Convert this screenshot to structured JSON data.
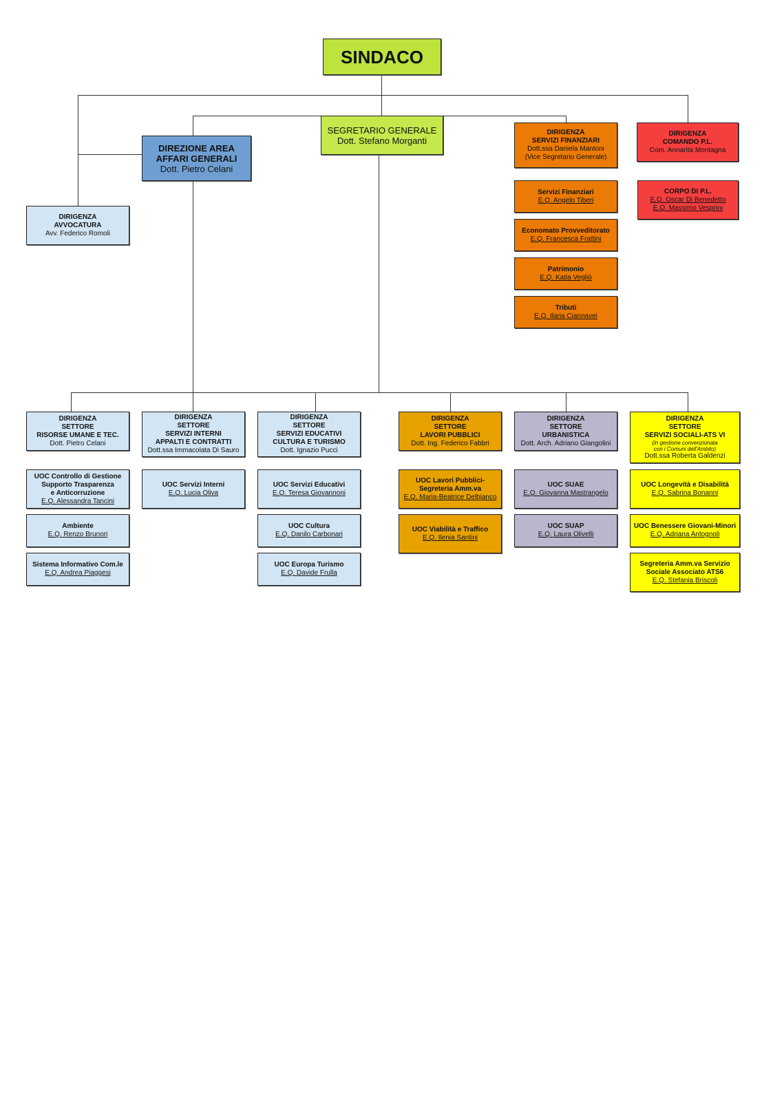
{
  "boxes": {
    "sindaco": [
      {
        "t": "SINDACO",
        "s": "b"
      }
    ],
    "segretario": [
      {
        "t": "SEGRETARIO GENERALE",
        "s": "n"
      },
      {
        "t": "Dott. Stefano Morganti",
        "s": "n"
      }
    ],
    "direzione": [
      {
        "t": "DIREZIONE AREA",
        "s": "b"
      },
      {
        "t": "AFFARI GENERALI",
        "s": "b"
      },
      {
        "t": "Dott. Pietro Celani",
        "s": "n"
      }
    ],
    "avvocatura": [
      {
        "t": "DIRIGENZA",
        "s": "b"
      },
      {
        "t": "AVVOCATURA",
        "s": "b"
      },
      {
        "t": "Avv. Federico Romoli",
        "s": "n"
      }
    ],
    "finanziari": [
      {
        "t": "DIRIGENZA",
        "s": "b"
      },
      {
        "t": "SERVIZI FINANZIARI",
        "s": "b"
      },
      {
        "t": "Dott.ssa Daniela Mantoni",
        "s": "n"
      },
      {
        "t": "(Vice Segretario Generale)",
        "s": "n"
      }
    ],
    "fin1": [
      {
        "t": "Servizi Finanziari",
        "s": "b"
      },
      {
        "t": "E.Q. Angelo Tiberi",
        "s": "u"
      }
    ],
    "fin2": [
      {
        "t": "Economato Provveditorato",
        "s": "b"
      },
      {
        "t": "E.Q. Francesca Frattini",
        "s": "u"
      }
    ],
    "fin3": [
      {
        "t": "Patrimonio",
        "s": "b"
      },
      {
        "t": "E.Q. Katia Vegliò",
        "s": "u"
      }
    ],
    "fin4": [
      {
        "t": "Tributi",
        "s": "b"
      },
      {
        "t": "E.Q. Ilaria Ciannavei",
        "s": "u"
      }
    ],
    "comando": [
      {
        "t": "DIRIGENZA",
        "s": "b"
      },
      {
        "t": "COMANDO P.L.",
        "s": "b"
      },
      {
        "t": "Com. Annarita Montagna",
        "s": "n"
      }
    ],
    "corpo": [
      {
        "t": "CORPO DI P.L.",
        "s": "b"
      },
      {
        "t": "E.Q. Oscar Di Benedetto",
        "s": "u"
      },
      {
        "t": "E.Q. Massimo Vesprini",
        "s": "u"
      }
    ],
    "risorse": [
      {
        "t": "DIRIGENZA",
        "s": "b"
      },
      {
        "t": "SETTORE",
        "s": "b"
      },
      {
        "t": "RISORSE UMANE E TEC.",
        "s": "b"
      },
      {
        "t": "Dott. Pietro Celani",
        "s": "n"
      }
    ],
    "ris1": [
      {
        "t": "UOC Controllo di Gestione",
        "s": "b"
      },
      {
        "t": "Supporto Trasparenza",
        "s": "b"
      },
      {
        "t": "e Anticorruzione",
        "s": "b"
      },
      {
        "t": "E.Q. Alessandra Tancini",
        "s": "u"
      }
    ],
    "ris2": [
      {
        "t": "Ambiente",
        "s": "b"
      },
      {
        "t": "E.Q. Renzo Brunori",
        "s": "u"
      }
    ],
    "ris3": [
      {
        "t": "Sistema Informativo Com.le",
        "s": "b"
      },
      {
        "t": "E.Q. Andrea Piaggesi",
        "s": "u"
      }
    ],
    "interni": [
      {
        "t": "DIRIGENZA",
        "s": "b"
      },
      {
        "t": "SETTORE",
        "s": "b"
      },
      {
        "t": "SERVIZI INTERNI",
        "s": "b"
      },
      {
        "t": "APPALTI E CONTRATTI",
        "s": "b"
      },
      {
        "t": "Dott.ssa Immacolata Di Sauro",
        "s": "n"
      }
    ],
    "int1": [
      {
        "t": "UOC Servizi Interni",
        "s": "b"
      },
      {
        "t": "E.Q. Lucia Oliva",
        "s": "u"
      }
    ],
    "educativi": [
      {
        "t": "DIRIGENZA",
        "s": "b"
      },
      {
        "t": "SETTORE",
        "s": "b"
      },
      {
        "t": "SERVIZI EDUCATIVI",
        "s": "b"
      },
      {
        "t": "CULTURA E TURISMO",
        "s": "b"
      },
      {
        "t": "Dott. Ignazio Pucci",
        "s": "n"
      }
    ],
    "edu1": [
      {
        "t": "UOC Servizi Educativi",
        "s": "b"
      },
      {
        "t": "E.Q. Teresa Giovannoni",
        "s": "u"
      }
    ],
    "edu2": [
      {
        "t": "UOC Cultura",
        "s": "b"
      },
      {
        "t": "E.Q. Danilo Carbonari",
        "s": "u"
      }
    ],
    "edu3": [
      {
        "t": "UOC Europa Turismo",
        "s": "b"
      },
      {
        "t": "E.Q. Davide Frulla",
        "s": "u"
      }
    ],
    "lavori": [
      {
        "t": "DIRIGENZA",
        "s": "b"
      },
      {
        "t": "SETTORE",
        "s": "b"
      },
      {
        "t": "LAVORI PUBBLICI",
        "s": "b"
      },
      {
        "t": "Dott. Ing. Federico Fabbri",
        "s": "n"
      }
    ],
    "lav1": [
      {
        "t": "UOC Lavori Pubblici-",
        "s": "b"
      },
      {
        "t": "Segreteria Amm.va",
        "s": "b"
      },
      {
        "t": "E.Q. Maria-Beatrice Delbianco",
        "s": "u"
      }
    ],
    "lav2": [
      {
        "t": "UOC Viabilità e Traffico",
        "s": "b"
      },
      {
        "t": "E.Q. Ilenia Santini",
        "s": "u"
      }
    ],
    "urbanistica": [
      {
        "t": "DIRIGENZA",
        "s": "b"
      },
      {
        "t": "SETTORE",
        "s": "b"
      },
      {
        "t": "URBANISTICA",
        "s": "b"
      },
      {
        "t": "Dott. Arch. Adriano Giangolini",
        "s": "n"
      }
    ],
    "urb1": [
      {
        "t": "UOC SUAE",
        "s": "b"
      },
      {
        "t": "E.Q. Giovanna Mastrangelo",
        "s": "u"
      }
    ],
    "urb2": [
      {
        "t": "UOC SUAP",
        "s": "b"
      },
      {
        "t": "E.Q. Laura Olivelli",
        "s": "u"
      }
    ],
    "sociali": [
      {
        "t": "DIRIGENZA",
        "s": "b"
      },
      {
        "t": "SETTORE",
        "s": "b"
      },
      {
        "t": "SERVIZI SOCIALI-ATS VI",
        "s": "b"
      },
      {
        "t": "(in gestione convenzionata",
        "s": "i"
      },
      {
        "t": "con i Comuni dell'Ambito)",
        "s": "i"
      },
      {
        "t": "Dott.ssa Roberta Galdenzi",
        "s": "n"
      }
    ],
    "soc1": [
      {
        "t": "UOC Longevità e Disabilità",
        "s": "b"
      },
      {
        "t": "E.Q. Sabrina Bonanni",
        "s": "u"
      }
    ],
    "soc2": [
      {
        "t": "UOC Benessere Giovani-Minori",
        "s": "b"
      },
      {
        "t": "E.Q. Adriana Antognoli",
        "s": "u"
      }
    ],
    "soc3": [
      {
        "t": "Segreteria Amm.va Servizio",
        "s": "b"
      },
      {
        "t": "Sociale Associato ATS6",
        "s": "b"
      },
      {
        "t": "E.Q. Stefania Briscoli",
        "s": "u"
      }
    ]
  },
  "colors": {
    "sindaco": "#bde33c",
    "segretario": "#c5e84c",
    "direzione": "#6f9fd2",
    "light_blue": "#d2e5f4",
    "orange": "#eb7b04",
    "red": "#f53f3f",
    "lavori": "#e7a200",
    "purple": "#b9b7cd",
    "yellow": "#ffff00"
  }
}
